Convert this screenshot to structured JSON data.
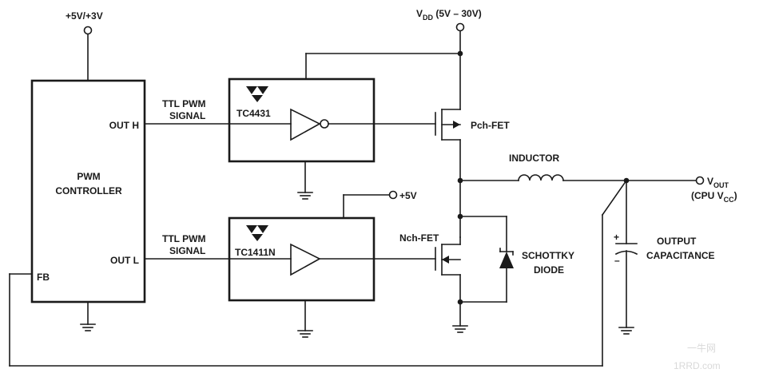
{
  "supplies": {
    "logic": "+5V/+3V",
    "vdd_main": "V",
    "vdd_sub": "DD",
    "vdd_range": " (5V – 30V)",
    "plus5": "+5V"
  },
  "controller": {
    "name_line1": "PWM",
    "name_line2": "CONTROLLER",
    "out_h": "OUT H",
    "out_l": "OUT L",
    "fb": "FB"
  },
  "signals": {
    "top_line1": "TTL PWM",
    "top_line2": "SIGNAL",
    "bottom_line1": "TTL PWM",
    "bottom_line2": "SIGNAL"
  },
  "drivers": {
    "top": "TC4431",
    "bottom": "TC1411N"
  },
  "power_stage": {
    "pfet": "Pch-FET",
    "nfet": "Nch-FET",
    "inductor": "INDUCTOR",
    "diode_line1": "SCHOTTKY",
    "diode_line2": "DIODE",
    "cap_line1": "OUTPUT",
    "cap_line2": "CAPACITANCE",
    "cap_plus": "+",
    "cap_minus": "–"
  },
  "output": {
    "vout_main": "V",
    "vout_sub": "OUT",
    "cpu_prefix": "(CPU V",
    "cpu_sub": "CC",
    "cpu_suffix": ")"
  },
  "watermark": {
    "line1": "一牛网",
    "line2": "1RRD.com"
  },
  "colors": {
    "ink": "#1a1a1a",
    "background": "#ffffff",
    "watermark": "#d9d9d9"
  }
}
